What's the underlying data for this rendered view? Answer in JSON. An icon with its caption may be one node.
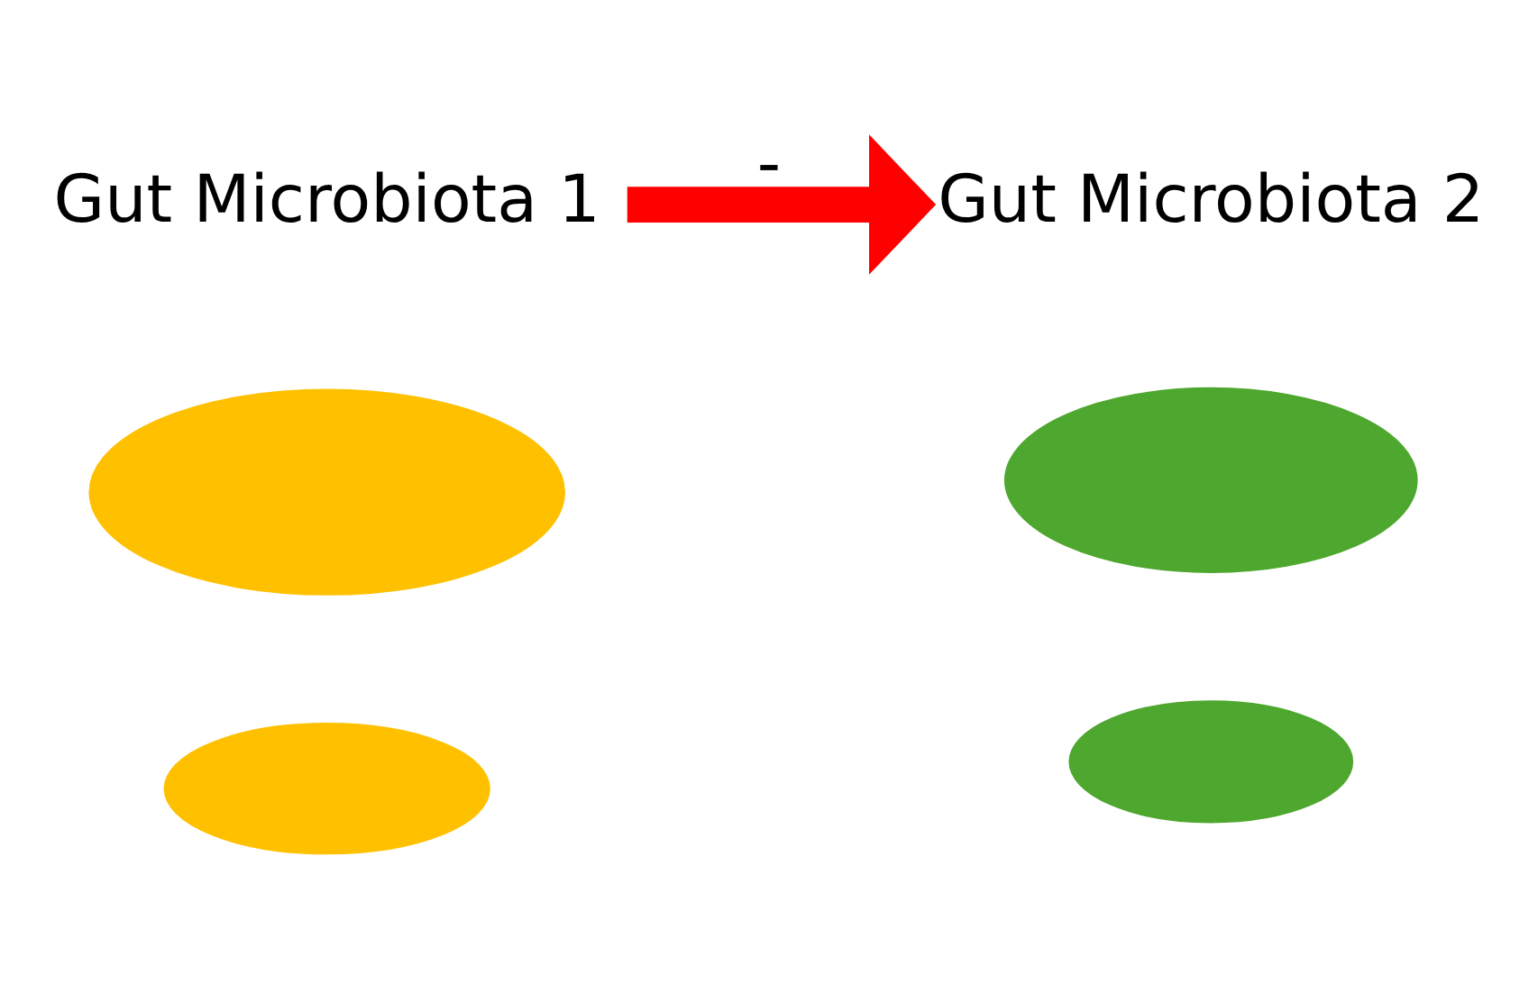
{
  "diagram": {
    "nodes": [
      {
        "text": [
          "Gut Microbiota 1"
        ]
      },
      {
        "text": [],
        "shape": "ellipse"
      },
      {
        "text": [],
        "shape": "ellipse"
      },
      {
        "text": [
          "Gut Microbiota 2"
        ]
      },
      {
        "text": [],
        "shape": "ellipse"
      },
      {
        "text": [],
        "shape": "ellipse"
      }
    ],
    "edges": [
      {
        "from": 0,
        "to": 3,
        "arrow": "to",
        "label": "-",
        "color": "#ff0000"
      }
    ]
  }
}
